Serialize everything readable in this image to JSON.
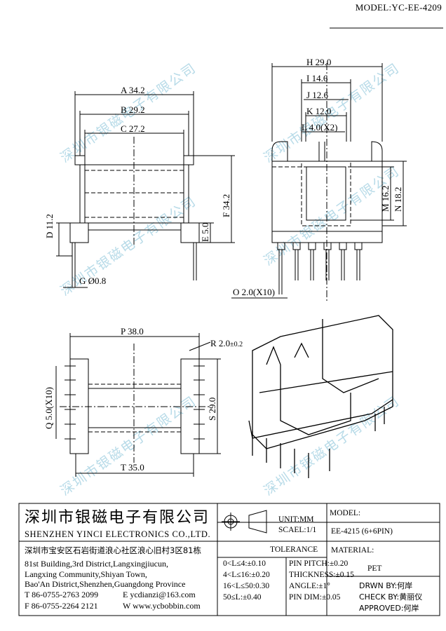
{
  "header": {
    "model": "MODEL:YC-EE-4209"
  },
  "watermark": {
    "text": "深圳市银磁电子有限公司"
  },
  "dims": {
    "A": "A 34.2",
    "B": "B 29.2",
    "C": "C 27.2",
    "D": "D 11.2",
    "E": "E 5.0",
    "F": "F 34.2",
    "G": "G Ø0.8",
    "H": "H 29.0",
    "I": "I 14.6",
    "J": "J 12.6",
    "K": "K 12.0",
    "L": "L 4.0(X2)",
    "M": "M 16.2",
    "N": "N 18.2",
    "O": "O 2.0(X10)",
    "P": "P 38.0",
    "R": "R 2.0",
    "R_tol": "±0.2",
    "Q": "Q 5.0(X10)",
    "S": "S 29.0",
    "T": "T 35.0"
  },
  "title_block": {
    "company_cn": "深圳市银磁电子有限公司",
    "company_en": "SHENZHEN YINCI ELECTRONICS CO.,LTD.",
    "address_cn": "深圳市宝安区石岩街道浪心社区浪心旧村3区81栋",
    "address_en": [
      "81st Building,3rd District,Langxingjiucun,",
      "Langxing Community,Shiyan Town,",
      "Bao'An District,Shenzhen,Guangdong Province"
    ],
    "tel": "T 86-0755-2763 2099",
    "fax": "F 86-0755-2264 2121",
    "email": "E ycdianzi@163.com",
    "web": "W www.ycbobbin.com",
    "unit": "UNIT:MM",
    "scale": "SCAEL:1/1",
    "model_label": "MODEL:",
    "model_value": "EE-4215 (6+6PIN)",
    "tolerance_title": "TOLERANCE",
    "tolerances": [
      "0<L≤4:±0.10",
      "4<L≤16:±0.20",
      "16<L≤50:0.30",
      "50≤L:±0.40"
    ],
    "pin_tolerances": [
      "PIN PITCH:±0.20",
      "THICKNESS:±0.15",
      "ANGLE:±1°",
      "PIN DIM:±0.05"
    ],
    "material_label": "MATERIAL:",
    "material_value": "PET",
    "drawn_by": "DRWN BY:何岸",
    "check_by": "CHECK BY:黄丽仪",
    "approved": "APPROVED:何岸"
  }
}
